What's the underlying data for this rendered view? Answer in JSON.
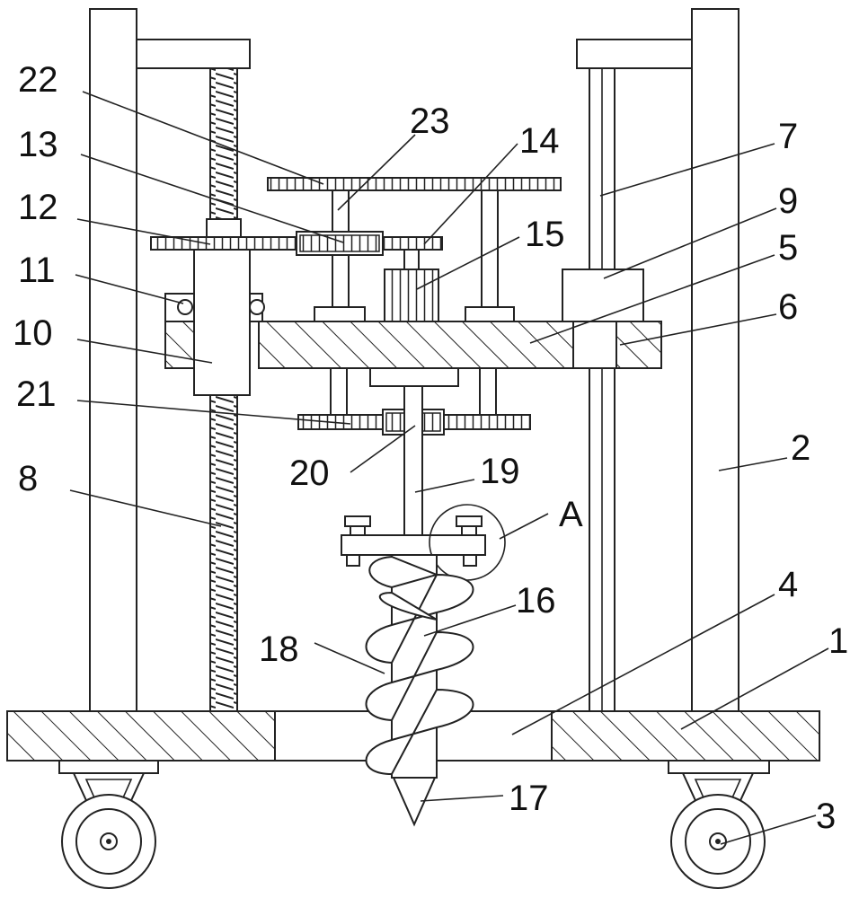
{
  "labels": [
    {
      "id": "22",
      "text": "22"
    },
    {
      "id": "23",
      "text": "23"
    },
    {
      "id": "13",
      "text": "13"
    },
    {
      "id": "14",
      "text": "14"
    },
    {
      "id": "7",
      "text": "7"
    },
    {
      "id": "12",
      "text": "12"
    },
    {
      "id": "9",
      "text": "9"
    },
    {
      "id": "15",
      "text": "15"
    },
    {
      "id": "5",
      "text": "5"
    },
    {
      "id": "11",
      "text": "11"
    },
    {
      "id": "6",
      "text": "6"
    },
    {
      "id": "10",
      "text": "10"
    },
    {
      "id": "21",
      "text": "21"
    },
    {
      "id": "2",
      "text": "2"
    },
    {
      "id": "20",
      "text": "20"
    },
    {
      "id": "19",
      "text": "19"
    },
    {
      "id": "8",
      "text": "8"
    },
    {
      "id": "A",
      "text": "A"
    },
    {
      "id": "4",
      "text": "4"
    },
    {
      "id": "16",
      "text": "16"
    },
    {
      "id": "1",
      "text": "1"
    },
    {
      "id": "18",
      "text": "18"
    },
    {
      "id": "17",
      "text": "17"
    },
    {
      "id": "3",
      "text": "3"
    }
  ]
}
